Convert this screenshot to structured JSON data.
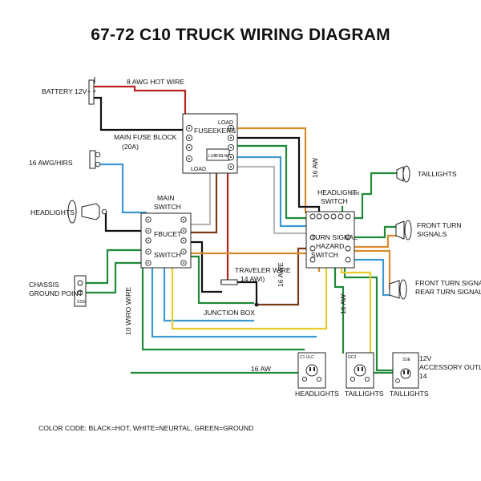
{
  "title": "67-72 C10 TRUCK WIRING DIAGRAM",
  "battery": {
    "label": "BATTERY 12V+",
    "plus_sign": "+"
  },
  "fuse_block": {
    "name": "MAIN FUSE BLOCK",
    "amp": "(20A)",
    "top_label": "FUSEEKERS",
    "load_top": "LOAD",
    "load_bottom": "LOAD",
    "small_labels": [
      "LUB",
      "DID",
      "LNE"
    ]
  },
  "main_switch": {
    "name_line1": "MAIN",
    "name_line2": "SWITCH",
    "row1": "FBUCET",
    "row2": "SWITCH"
  },
  "headlight_switch": {
    "line1": "HEADLIGHT",
    "line2": "SWITCH",
    "side": "LOW",
    "row1": "TURN SIGNAL",
    "row2": "HAZARD",
    "row3": "SWITCH"
  },
  "wire_labels": {
    "hot_wire": "8 AWG HOT WIRE",
    "awg16_left": "16 AWG/HIRS",
    "awg16_vertical": "16 AW",
    "awg16_wire": "16 AWE",
    "awg16_right_vertical": "16 AW",
    "traveler_line1": "TRAVELER WIRE",
    "traveler_line2": "14 AWI)",
    "awg10_vertical": "10 WIRO WIRE",
    "awg16_bottom": "16 AW"
  },
  "labels": {
    "headlights_left": "HEADLIGHTS",
    "chassis_line1": "CHASSIS",
    "chassis_line2": "GROUND POINT",
    "junction_box": "JUNCTION BOX",
    "taillights_top": "TAILLIGHTS",
    "front_turn_line1": "FRONT TURN",
    "front_turn_line2": "SIGNALS",
    "front_rear_line1": "FRONT TURN SIGNALS",
    "front_rear_line2": "REAR TURN SIGNALS",
    "headlights_bottom": "HEADLIGHTS",
    "taillights_bottom1": "TAILLIGHTS",
    "taillights_bottom2": "TAILLIGHTS",
    "accessory_line1": "12V",
    "accessory_line2": "ACCESSORY OUTLET",
    "accessory_line3": "14",
    "outlet1_tags": "C1  ULC",
    "outlet2_tags": "GC3",
    "outlet3_tags": "SSE"
  },
  "color_code": "COLOR CODE: BLACK=HOT, WHITE=NEURTAL, GREEN=GROUND",
  "colors": {
    "black": "#111111",
    "red": "#b8211c",
    "orange": "#d98a2b",
    "yellow": "#e8cc2a",
    "green": "#1f8a3a",
    "blue": "#3d9ad1",
    "brown": "#7a3b1c",
    "gray": "#b9b9b9"
  }
}
